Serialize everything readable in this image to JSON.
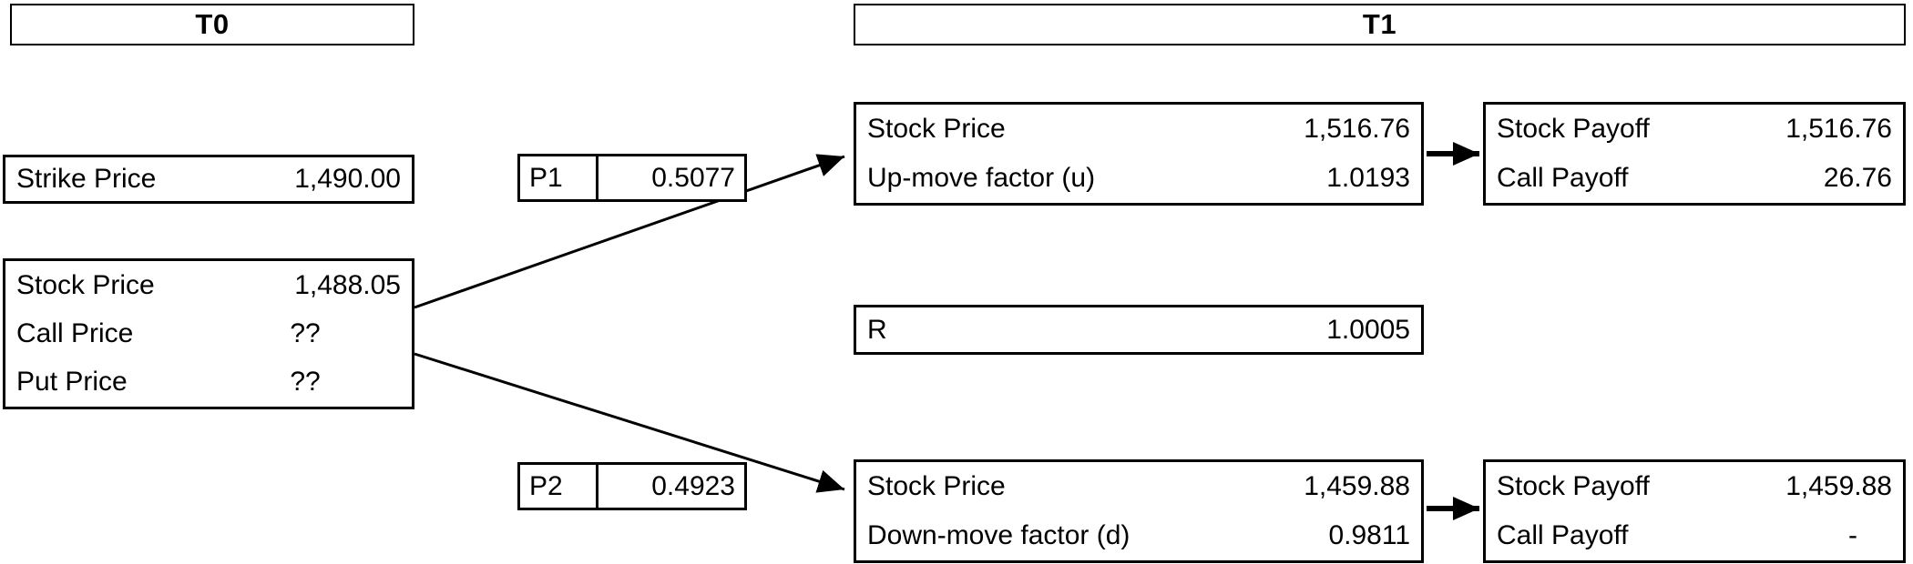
{
  "headers": {
    "t0": "T0",
    "t1": "T1"
  },
  "boxes": {
    "strike": {
      "rows": [
        {
          "label": "Strike Price",
          "value": "1,490.00"
        }
      ]
    },
    "t0_node": {
      "rows": [
        {
          "label": "Stock Price",
          "value": "1,488.05"
        },
        {
          "label": "Call Price",
          "value": "??"
        },
        {
          "label": "Put Price",
          "value": "??"
        }
      ]
    },
    "p1": {
      "label": "P1",
      "value": "0.5077"
    },
    "p2": {
      "label": "P2",
      "value": "0.4923"
    },
    "r": {
      "rows": [
        {
          "label": "R",
          "value": "1.0005"
        }
      ]
    },
    "up_node": {
      "rows": [
        {
          "label": "Stock Price",
          "value": "1,516.76"
        },
        {
          "label": "Up-move factor (u)",
          "value": "1.0193"
        }
      ]
    },
    "up_payoff": {
      "rows": [
        {
          "label": "Stock Payoff",
          "value": "1,516.76"
        },
        {
          "label": "Call Payoff",
          "value": "26.76"
        }
      ]
    },
    "down_node": {
      "rows": [
        {
          "label": "Stock Price",
          "value": "1,459.88"
        },
        {
          "label": "Down-move factor (d)",
          "value": "0.9811"
        }
      ]
    },
    "down_payoff": {
      "rows": [
        {
          "label": "Stock Payoff",
          "value": "1,459.88"
        },
        {
          "label": "Call Payoff",
          "value": "-"
        }
      ]
    }
  },
  "colors": {
    "border": "#000000",
    "background": "#ffffff",
    "text": "#000000"
  }
}
